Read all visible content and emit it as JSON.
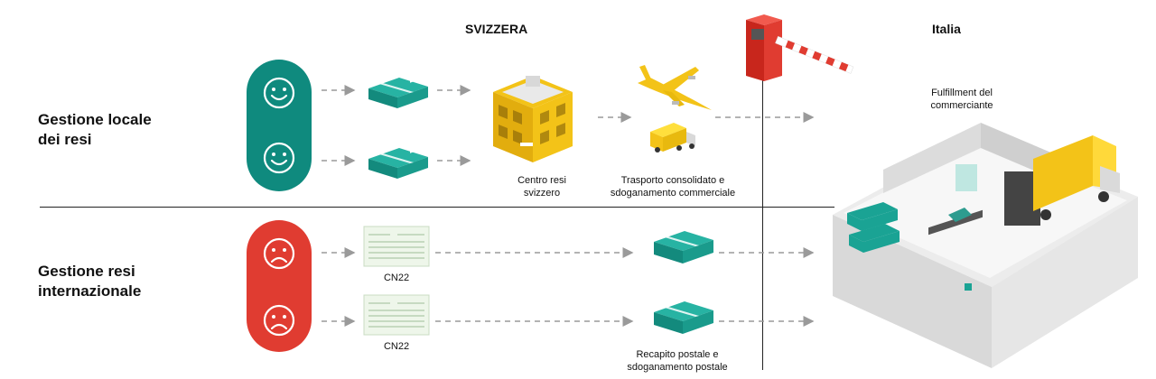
{
  "headers": {
    "svizzera": "SVIZZERA",
    "italia": "Italia"
  },
  "rows": {
    "local": {
      "title_line1": "Gestione locale",
      "title_line2": "dei resi"
    },
    "international": {
      "title_line1": "Gestione resi",
      "title_line2": "internazionale"
    }
  },
  "captions": {
    "centro_line1": "Centro resi",
    "centro_line2": "svizzero",
    "trasporto_line1": "Trasporto consolidato e",
    "trasporto_line2": "sdoganamento commerciale",
    "cn22_a": "CN22",
    "cn22_b": "CN22",
    "recapito_line1": "Recapito postale e",
    "recapito_line2": "sdoganamento postale",
    "fulfillment_line1": "Fulfillment del",
    "fulfillment_line2": "commerciante"
  },
  "colors": {
    "teal": "#0f8a7e",
    "box_teal": "#1aa394",
    "red": "#e03c31",
    "yellow": "#f3c318",
    "arrow_gray": "#9a9a9a"
  },
  "icons": [
    "happy-face-icon",
    "sad-face-icon",
    "package-icon",
    "building-icon",
    "airplane-icon",
    "truck-icon",
    "barrier-icon",
    "cn22-form-icon",
    "warehouse-icon"
  ]
}
